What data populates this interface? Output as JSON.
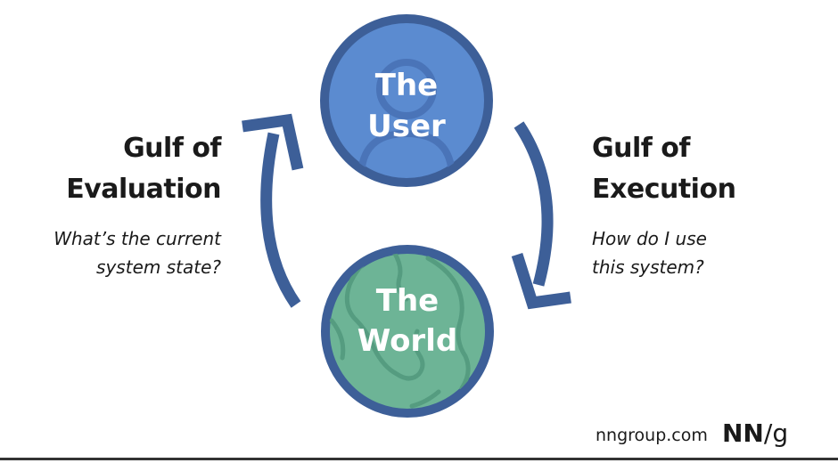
{
  "colors": {
    "user_fill": "#5b8bd0",
    "user_stroke": "#3d5f98",
    "world_fill": "#6db496",
    "world_stroke": "#3d5f98",
    "arrow": "#3d5f98",
    "text": "#1a1a1a"
  },
  "user_circle": {
    "line1": "The",
    "line2": "User",
    "icon": "person-silhouette-icon"
  },
  "world_circle": {
    "line1": "The",
    "line2": "World",
    "icon": "globe-continents-icon"
  },
  "left": {
    "heading_line1": "Gulf of",
    "heading_line2": "Evaluation",
    "question_line1": "What’s the current",
    "question_line2": "system state?"
  },
  "right": {
    "heading_line1": "Gulf of",
    "heading_line2": "Execution",
    "question_line1": "How do I use",
    "question_line2": "this system?"
  },
  "footer": {
    "url": "nngroup.com",
    "logo_nn": "NN",
    "logo_slash": "/",
    "logo_g": "g"
  }
}
